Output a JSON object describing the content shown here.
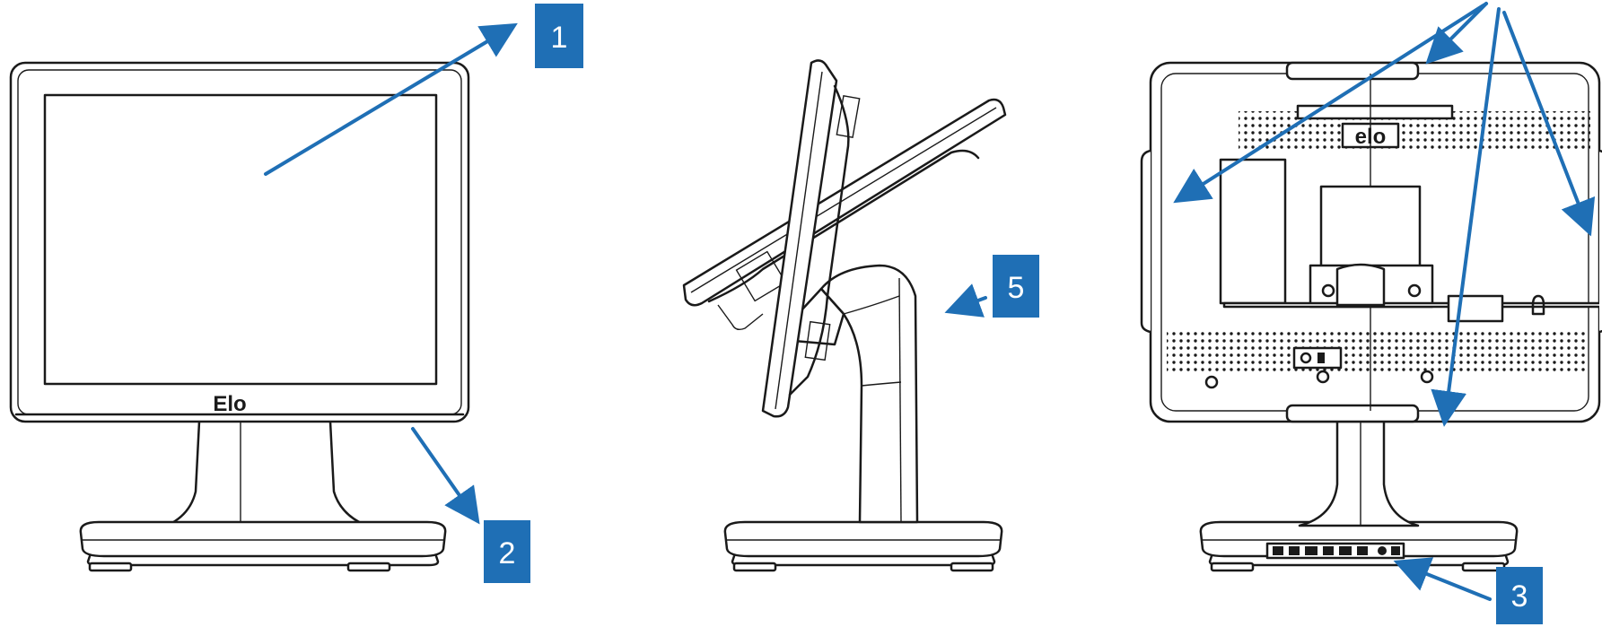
{
  "colors": {
    "callout_fill": "#1f6fb5",
    "arrow": "#1f6fb5",
    "line_art": "#1a1a1a",
    "background": "#ffffff"
  },
  "views": [
    {
      "id": "front",
      "name": "front-view"
    },
    {
      "id": "side",
      "name": "side-view"
    },
    {
      "id": "rear",
      "name": "rear-view"
    }
  ],
  "callouts": [
    {
      "id": "c1",
      "number": "1"
    },
    {
      "id": "c2",
      "number": "2"
    },
    {
      "id": "c3",
      "number": "3"
    },
    {
      "id": "c5",
      "number": "5"
    }
  ],
  "logo": {
    "front": "Elo",
    "rear": "elo"
  }
}
